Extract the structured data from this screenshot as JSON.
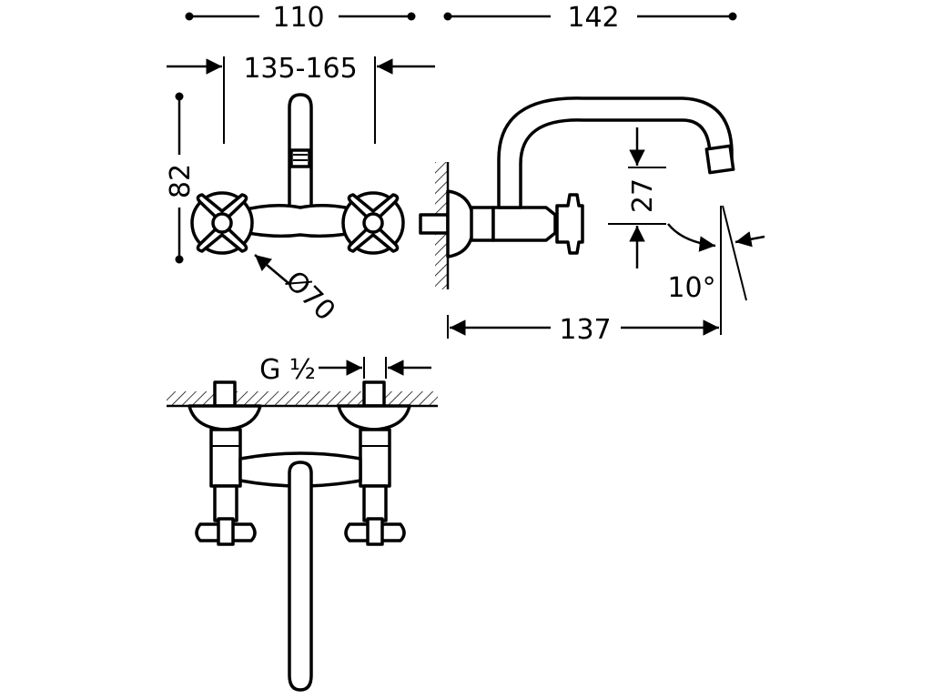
{
  "dimensions": {
    "width_110": "110",
    "width_142": "142",
    "centers_135_165": "135-165",
    "height_82": "82",
    "diameter_70": "Ø70",
    "height_27": "27",
    "angle_10": "10°",
    "length_137": "137",
    "thread_g12": "G ½"
  }
}
